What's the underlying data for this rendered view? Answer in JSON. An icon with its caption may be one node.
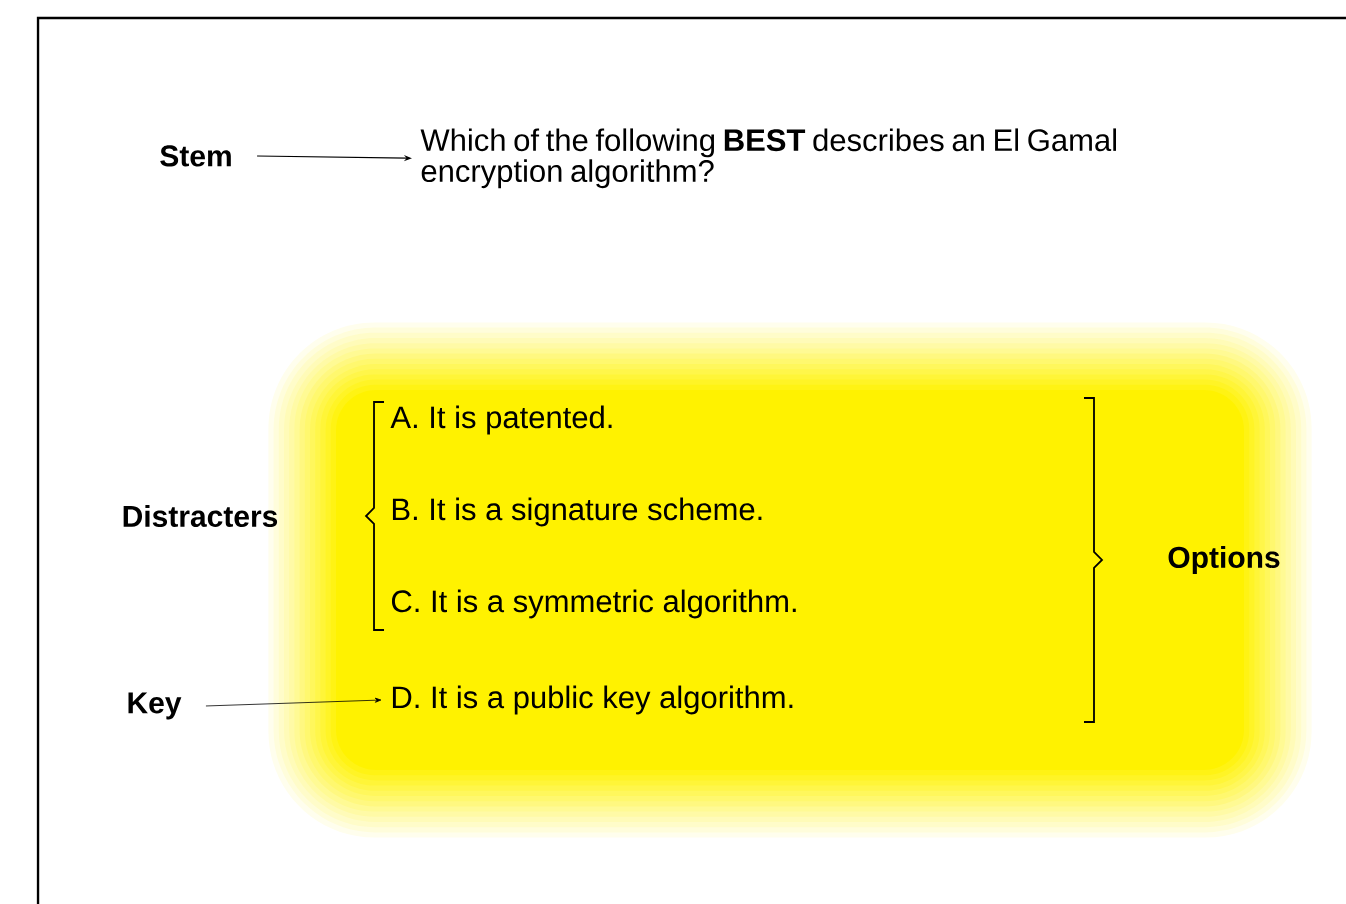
{
  "diagram": {
    "nodes": [
      {
        "text": [
          "Stem"
        ]
      },
      {
        "text": [
          "Which of the following **BEST** describes an El Gamal encryption algorithm?"
        ]
      },
      {
        "text": [
          "Distracters"
        ]
      },
      {
        "text": [
          "A. It is patented."
        ]
      },
      {
        "text": [
          "B. It is a signature scheme."
        ]
      },
      {
        "text": [
          "C. It is a symmetric algorithm."
        ]
      },
      {
        "text": [
          "Key"
        ]
      },
      {
        "text": [
          "D. It is a public key algorithm."
        ]
      },
      {
        "text": [
          "Options"
        ]
      }
    ],
    "edges": [
      {
        "from": 0,
        "to": 1,
        "arrow": "to"
      },
      {
        "from": 6,
        "to": 7,
        "arrow": "to"
      }
    ]
  }
}
